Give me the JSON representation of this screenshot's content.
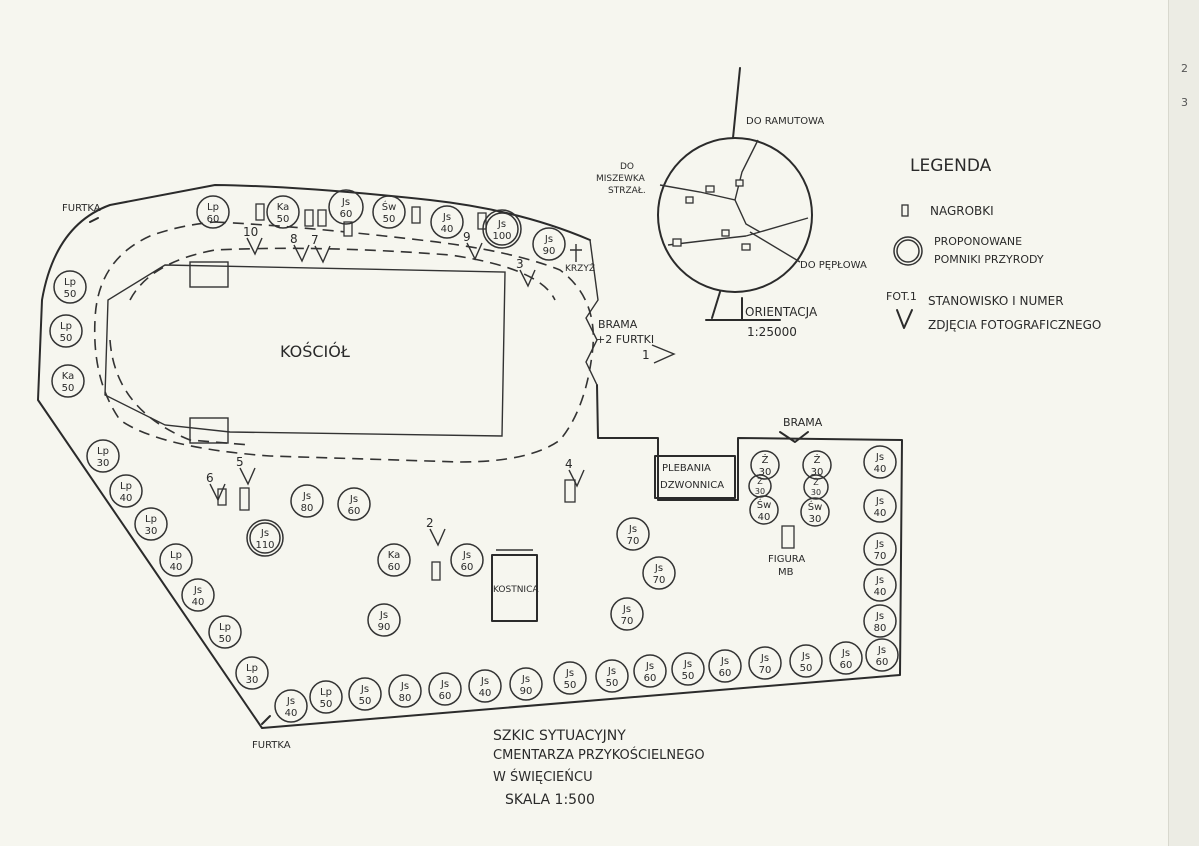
{
  "plan": {
    "church": "KOŚCIÓŁ",
    "gate_main": "BRAMA",
    "gate_main_2": "+2 FURTKI",
    "cross": "KRZYŻ",
    "gate_wicket_top": "FURTKA",
    "gate_wicket_bottom": "FURTKA",
    "rectory_1": "PLEBANIA",
    "rectory_2": "DZWONNICA",
    "gate_east": "BRAMA",
    "figure_1": "FIGURA",
    "figure_2": "MB",
    "ossuary": "KOSTNICA"
  },
  "trees": [
    [
      "Lp",
      "60"
    ],
    [
      "Ka",
      "50"
    ],
    [
      "Js",
      "60"
    ],
    [
      "Św",
      "50"
    ],
    [
      "Js",
      "40"
    ],
    [
      "Js",
      "100"
    ],
    [
      "Js",
      "90"
    ],
    [
      "Lp",
      "50"
    ],
    [
      "Lp",
      "50"
    ],
    [
      "Ka",
      "50"
    ],
    [
      "Lp",
      "30"
    ],
    [
      "Lp",
      "40"
    ],
    [
      "Lp",
      "30"
    ],
    [
      "Lp",
      "40"
    ],
    [
      "Js",
      "40"
    ],
    [
      "Lp",
      "50"
    ],
    [
      "Lp",
      "30"
    ],
    [
      "Js",
      "40"
    ],
    [
      "Lp",
      "50"
    ],
    [
      "Js",
      "50"
    ],
    [
      "Js",
      "80"
    ],
    [
      "Js",
      "60"
    ],
    [
      "Js",
      "40"
    ],
    [
      "Js",
      "90"
    ],
    [
      "Js",
      "50"
    ],
    [
      "Js",
      "50"
    ],
    [
      "Js",
      "60"
    ],
    [
      "Js",
      "50"
    ],
    [
      "Js",
      "60"
    ],
    [
      "Js",
      "70"
    ],
    [
      "Js",
      "50"
    ],
    [
      "Js",
      "60"
    ],
    [
      "Js",
      "60"
    ],
    [
      "Js",
      "80"
    ],
    [
      "Js",
      "40"
    ],
    [
      "Js",
      "70"
    ],
    [
      "Js",
      "40"
    ],
    [
      "Js",
      "40"
    ],
    [
      "Js",
      "80"
    ],
    [
      "Js",
      "60"
    ],
    [
      "Js",
      "110"
    ],
    [
      "Ka",
      "60"
    ],
    [
      "Js",
      "60"
    ],
    [
      "Js",
      "90"
    ],
    [
      "Js",
      "70"
    ],
    [
      "Js",
      "70"
    ],
    [
      "Js",
      "70"
    ],
    [
      "Ż",
      "30"
    ],
    [
      "Ż",
      "30"
    ],
    [
      "Ż",
      "30"
    ],
    [
      "Ż",
      "30"
    ],
    [
      "Św",
      "40"
    ],
    [
      "Św",
      "30"
    ]
  ],
  "photo_points": [
    "1",
    "2",
    "3",
    "4",
    "5",
    "6",
    "7",
    "8",
    "9",
    "10"
  ],
  "orientation": {
    "to_ramutowo": "DO RAMUTOWA",
    "to_miszewko_1": "DO",
    "to_miszewko_2": "MISZEWKA",
    "to_miszewko_3": "STRZAŁ.",
    "to_peplowo": "DO PĘPŁOWA",
    "label": "ORIENTACJA",
    "scale": "1:25000"
  },
  "legend": {
    "title": "LEGENDA",
    "graves": "NAGROBKI",
    "trees_1": "PROPONOWANE",
    "trees_2": "POMNIKI PRZYRODY",
    "photo_symbol": "FOT.1",
    "photo_1": "STANOWISKO I NUMER",
    "photo_2": "ZDJĘCIA FOTOGRAFICZNEGO"
  },
  "caption": {
    "line1": "SZKIC SYTUACYJNY",
    "line2": "CMENTARZA PRZYKOŚCIELNEGO",
    "line3": "W ŚWIĘCIEŃCU",
    "line4": "SKALA 1:500"
  },
  "margin_marks": [
    "2",
    "3"
  ]
}
